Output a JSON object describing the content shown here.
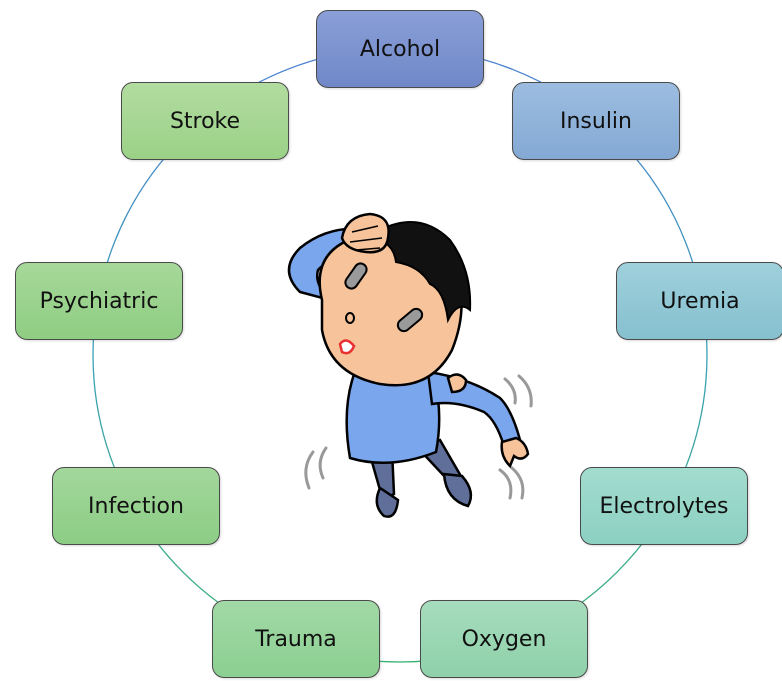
{
  "nodes": [
    {
      "id": "alcohol",
      "label": "Alcohol",
      "color_top": "#8a9fd8",
      "color_bottom": "#7088c8"
    },
    {
      "id": "insulin",
      "label": "Insulin",
      "color_top": "#9cbde0",
      "color_bottom": "#84a9d4"
    },
    {
      "id": "uremia",
      "label": "Uremia",
      "color_top": "#9fd0dc",
      "color_bottom": "#86c0cf"
    },
    {
      "id": "electrolytes",
      "label": "Electrolytes",
      "color_top": "#a3dccf",
      "color_bottom": "#8bd0c1"
    },
    {
      "id": "oxygen",
      "label": "Oxygen",
      "color_top": "#a6dcbd",
      "color_bottom": "#8fd1aa"
    },
    {
      "id": "trauma",
      "label": "Trauma",
      "color_top": "#a2d9a6",
      "color_bottom": "#8bcf91"
    },
    {
      "id": "infection",
      "label": "Infection",
      "color_top": "#a3d79c",
      "color_bottom": "#8ccd85"
    },
    {
      "id": "psychiatric",
      "label": "Psychiatric",
      "color_top": "#a6d89a",
      "color_bottom": "#8fcd82"
    },
    {
      "id": "stroke",
      "label": "Stroke",
      "color_top": "#b2dca0",
      "color_bottom": "#9bd187"
    }
  ],
  "ring_colors": {
    "top": "#4a7fd0",
    "right": "#3aa0b8",
    "bottom": "#3ab070",
    "left": "#3fae60"
  },
  "figure": {
    "skin": "#f6c39a",
    "hair": "#111111",
    "shirt": "#7aa6ee",
    "pants": "#5f6f9a",
    "mouth": "#e83030"
  }
}
